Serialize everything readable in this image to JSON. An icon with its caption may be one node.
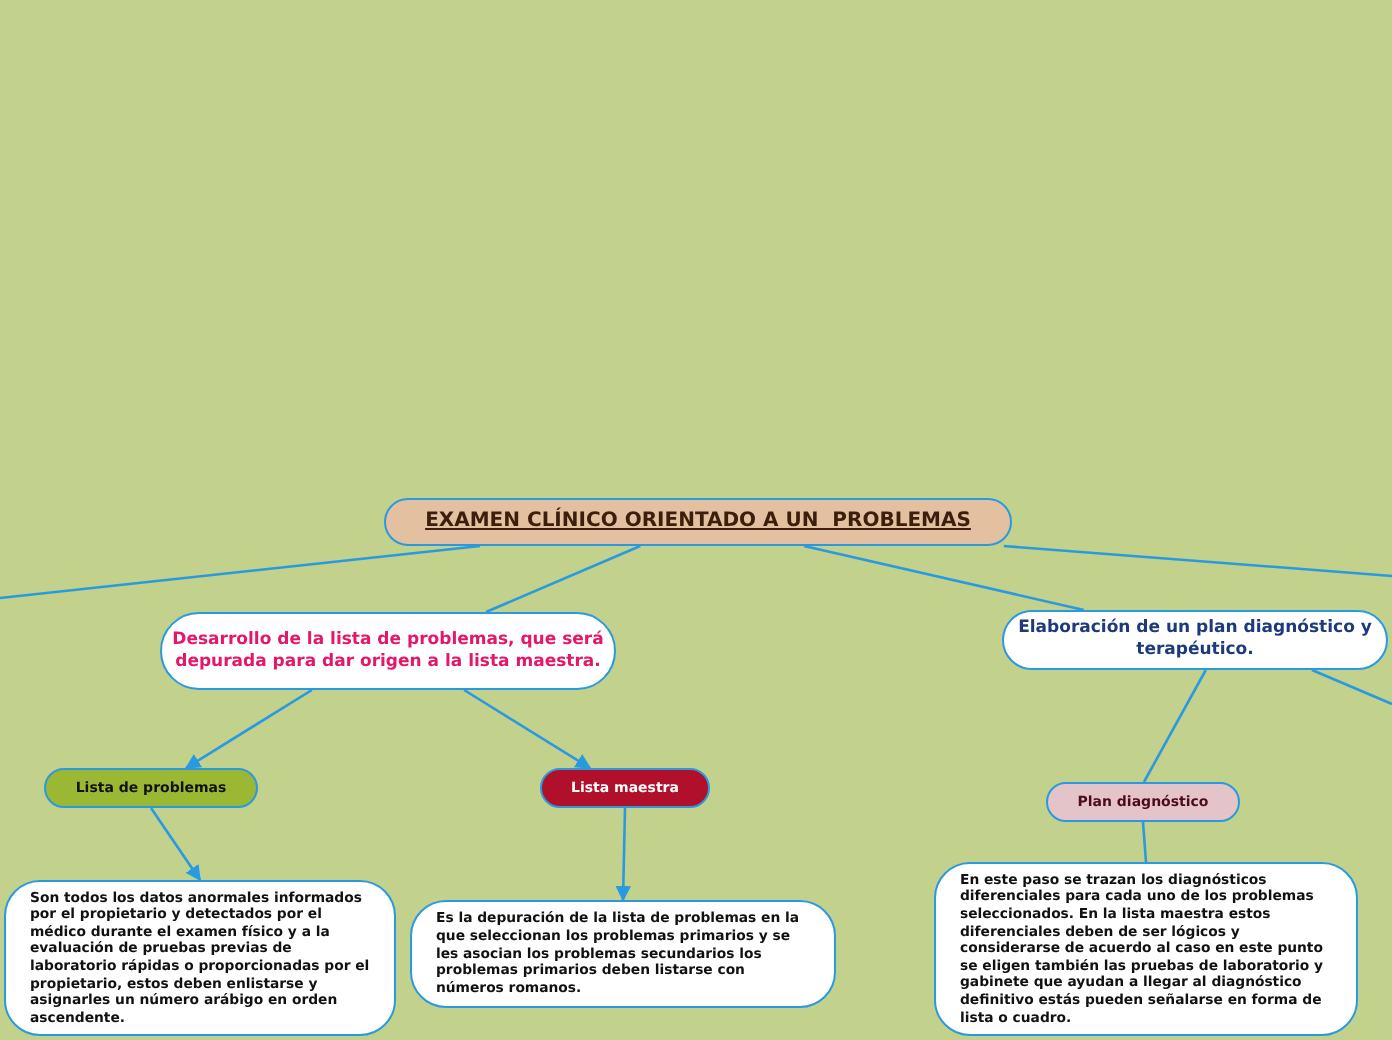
{
  "diagram": {
    "nodes": [
      {
        "text": [
          "EXAMEN CLÍNICO ORIENTADO A UN  PROBLEMAS"
        ]
      },
      {
        "text": [
          "Desarrollo de la lista de problemas, que será depurada para dar origen a la lista maestra."
        ]
      },
      {
        "text": [
          "Elaboración de un plan diagnóstico y terapéutico."
        ]
      },
      {
        "text": [
          "Lista de problemas"
        ]
      },
      {
        "text": [
          "Lista maestra"
        ]
      },
      {
        "text": [
          "Plan diagnóstico"
        ]
      },
      {
        "text": [
          "Son todos los datos anormales informados por el propietario y detectados por el médico durante el examen físico y a la evaluación de pruebas previas de laboratorio rápidas o proporcionadas por el propietario, estos deben enlistarse y asignarles un número arábigo en orden ascendente."
        ]
      },
      {
        "text": [
          "Es la depuración de la lista de problemas en la que seleccionan los problemas primarios y se les asocian los problemas secundarios los problemas primarios deben listarse con números romanos."
        ]
      },
      {
        "text": [
          "En este paso se trazan los diagnósticos diferenciales para cada uno de los problemas seleccionados. En la lista maestra estos diferenciales deben de ser lógicos y considerarse de acuerdo al caso en este punto se eligen también las pruebas de laboratorio y gabinete que ayudan a llegar al diagnóstico definitivo estás pueden señalarse en forma de lista o cuadro."
        ]
      }
    ],
    "edges": [
      {
        "from": 0,
        "to": null,
        "arrow": "none"
      },
      {
        "from": 0,
        "to": 1,
        "arrow": "none"
      },
      {
        "from": 0,
        "to": 2,
        "arrow": "none"
      },
      {
        "from": 0,
        "to": null,
        "arrow": "none"
      },
      {
        "from": 1,
        "to": 3,
        "arrow": "to"
      },
      {
        "from": 1,
        "to": 4,
        "arrow": "to"
      },
      {
        "from": 2,
        "to": 5,
        "arrow": "none"
      },
      {
        "from": 2,
        "to": null,
        "arrow": "none"
      },
      {
        "from": 3,
        "to": 6,
        "arrow": "to"
      },
      {
        "from": 4,
        "to": 7,
        "arrow": "to"
      },
      {
        "from": 5,
        "to": 8,
        "arrow": "none"
      }
    ]
  }
}
